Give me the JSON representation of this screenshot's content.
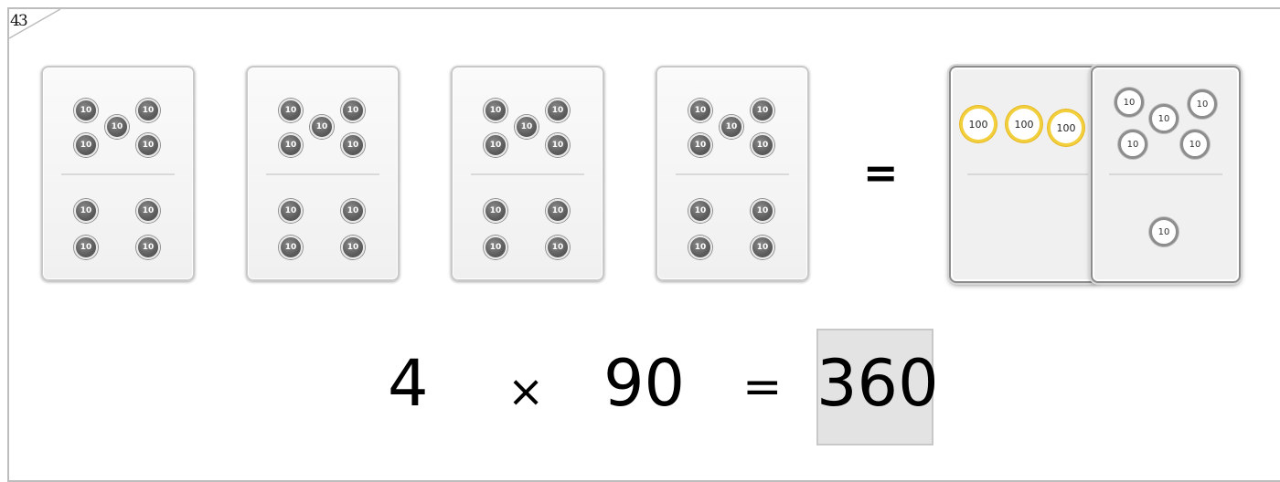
{
  "page_number": "43",
  "cards": [
    {
      "top_coins": [
        "10",
        "10",
        "10",
        "10",
        "10"
      ],
      "bottom_coins": [
        "10",
        "10",
        "10",
        "10"
      ]
    },
    {
      "top_coins": [
        "10",
        "10",
        "10",
        "10",
        "10"
      ],
      "bottom_coins": [
        "10",
        "10",
        "10",
        "10"
      ]
    },
    {
      "top_coins": [
        "10",
        "10",
        "10",
        "10",
        "10"
      ],
      "bottom_coins": [
        "10",
        "10",
        "10",
        "10"
      ]
    },
    {
      "top_coins": [
        "10",
        "10",
        "10",
        "10",
        "10"
      ],
      "bottom_coins": [
        "10",
        "10",
        "10",
        "10"
      ]
    }
  ],
  "equals_symbol": "=",
  "result_stack": {
    "hundreds": [
      "100",
      "100",
      "100"
    ],
    "tens_top": [
      "10",
      "10",
      "10",
      "10",
      "10"
    ],
    "tens_bottom": [
      "10"
    ]
  },
  "equation": {
    "left": "4",
    "operator": "×",
    "right": "90",
    "equals": "=",
    "answer": "360"
  }
}
